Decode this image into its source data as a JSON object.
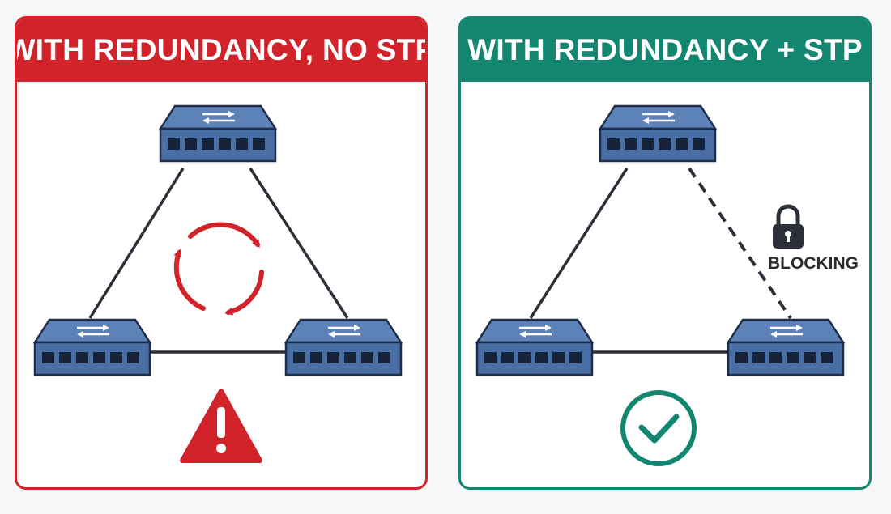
{
  "colors": {
    "danger": "#d3232a",
    "success": "#138672",
    "switch_body": "#4a6fa5",
    "switch_top": "#5d82b8",
    "switch_outline": "#1e2e4a",
    "link": "#2b2f38"
  },
  "left_panel": {
    "title": "WITH REDUNDANCY, NO STP",
    "icons": [
      "switch-icon",
      "loop-arrows-icon",
      "warning-icon"
    ]
  },
  "right_panel": {
    "title": "WITH REDUNDANCY + STP",
    "blocked_label": "BLOCKING",
    "icons": [
      "switch-icon",
      "lock-icon",
      "check-circle-icon"
    ]
  }
}
